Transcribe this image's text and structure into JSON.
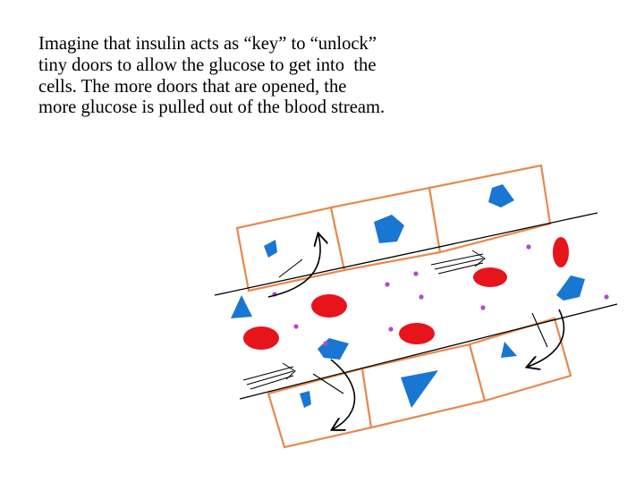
{
  "slide": {
    "caption_lines": [
      "Imagine that insulin acts as “key” to “unlock”",
      "tiny doors to allow the glucose to get into  the",
      "cells. The more doors that are opened, the",
      "more glucose is pulled out of the blood stream."
    ]
  },
  "diagram": {
    "colors": {
      "cell_border": "#e8884f",
      "red_blood_cell": "#e8141b",
      "insulin_glucose_shape": "#1976d2",
      "glucose_dot": "#b04ad0",
      "line": "#000000"
    }
  }
}
